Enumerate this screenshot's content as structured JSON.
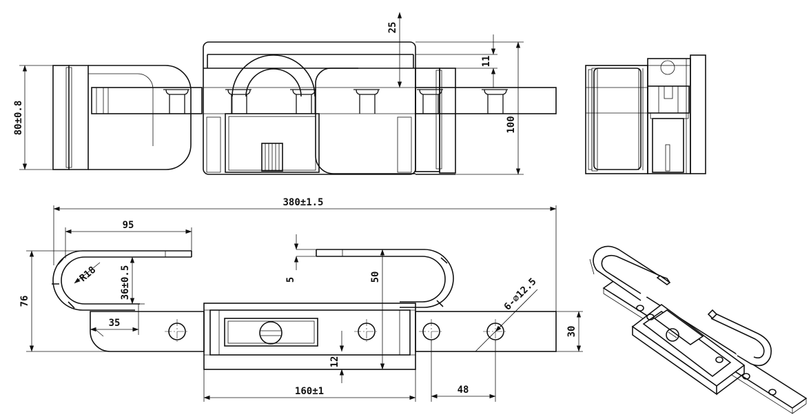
{
  "dimensions": {
    "front_height": "80±0.8",
    "height_100": "100",
    "top_25": "25",
    "top_11": "11",
    "overall_length": "380±1.5",
    "hasp_length": "95",
    "radius": "R18",
    "hasp_gap": "36±0.5",
    "height_76": "76",
    "offset_35": "35",
    "gap_5": "5",
    "loop_50": "50",
    "holes": "6-⌀12.5",
    "plate_30": "30",
    "body_12": "12",
    "body_width": "160±1",
    "hole_pitch": "48"
  }
}
